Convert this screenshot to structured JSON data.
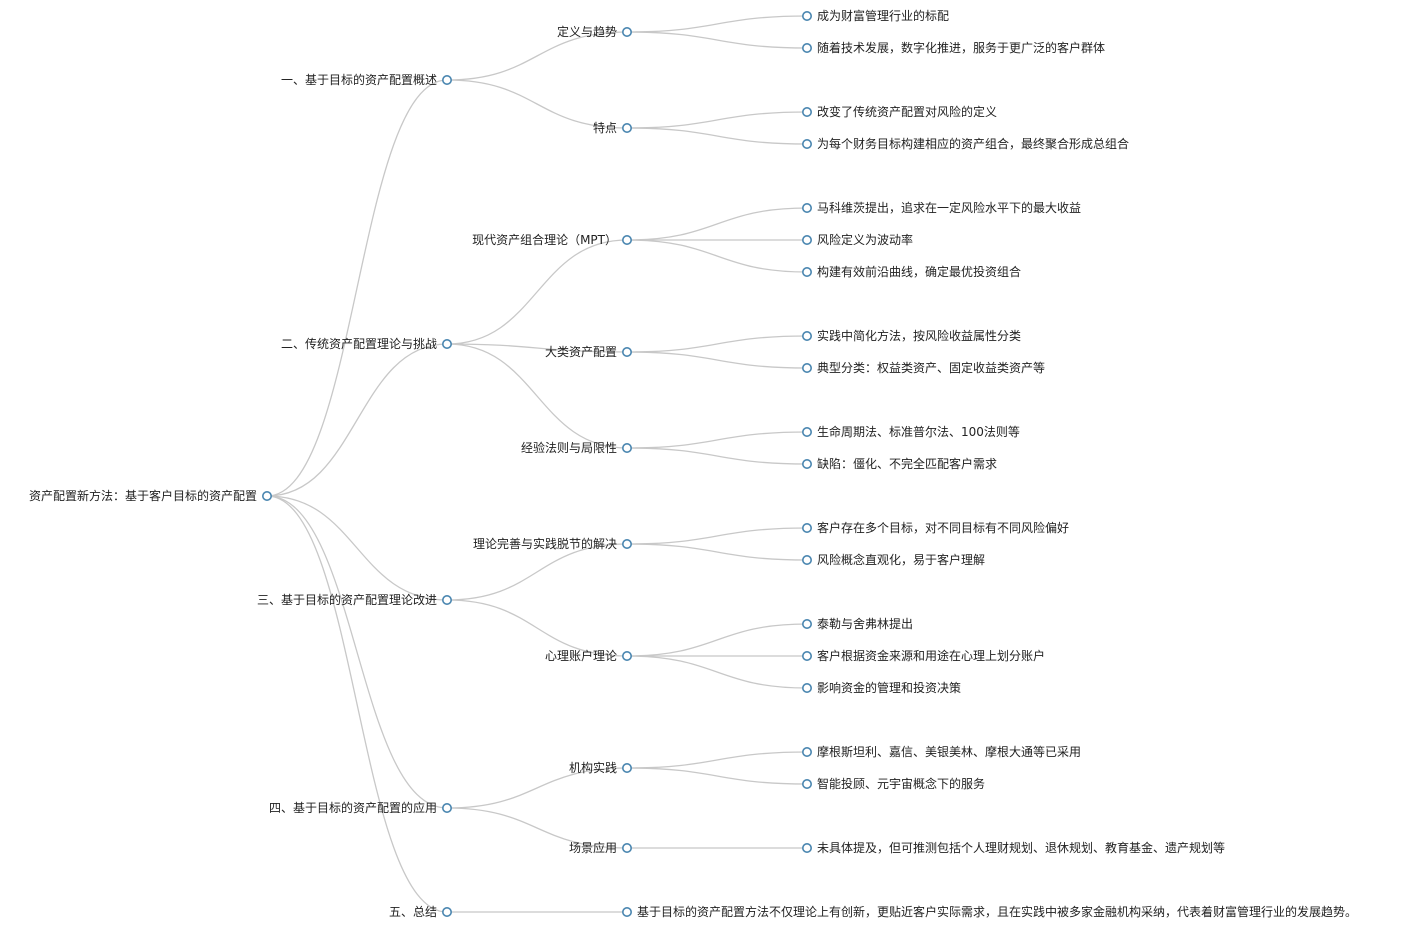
{
  "tree": {
    "label": "资产配置新方法：基于客户目标的资产配置",
    "children": [
      {
        "label": "一、基于目标的资产配置概述",
        "children": [
          {
            "label": "定义与趋势",
            "children": [
              {
                "label": "成为财富管理行业的标配"
              },
              {
                "label": "随着技术发展，数字化推进，服务于更广泛的客户群体"
              }
            ]
          },
          {
            "label": "特点",
            "children": [
              {
                "label": "改变了传统资产配置对风险的定义"
              },
              {
                "label": "为每个财务目标构建相应的资产组合，最终聚合形成总组合"
              }
            ]
          }
        ]
      },
      {
        "label": "二、传统资产配置理论与挑战",
        "children": [
          {
            "label": "现代资产组合理论（MPT）",
            "children": [
              {
                "label": "马科维茨提出，追求在一定风险水平下的最大收益"
              },
              {
                "label": "风险定义为波动率"
              },
              {
                "label": "构建有效前沿曲线，确定最优投资组合"
              }
            ]
          },
          {
            "label": "大类资产配置",
            "children": [
              {
                "label": "实践中简化方法，按风险收益属性分类"
              },
              {
                "label": "典型分类：权益类资产、固定收益类资产等"
              }
            ]
          },
          {
            "label": "经验法则与局限性",
            "children": [
              {
                "label": "生命周期法、标准普尔法、100法则等"
              },
              {
                "label": "缺陷：僵化、不完全匹配客户需求"
              }
            ]
          }
        ]
      },
      {
        "label": "三、基于目标的资产配置理论改进",
        "children": [
          {
            "label": "理论完善与实践脱节的解决",
            "children": [
              {
                "label": "客户存在多个目标，对不同目标有不同风险偏好"
              },
              {
                "label": "风险概念直观化，易于客户理解"
              }
            ]
          },
          {
            "label": "心理账户理论",
            "children": [
              {
                "label": "泰勒与舍弗林提出"
              },
              {
                "label": "客户根据资金来源和用途在心理上划分账户"
              },
              {
                "label": "影响资金的管理和投资决策"
              }
            ]
          }
        ]
      },
      {
        "label": "四、基于目标的资产配置的应用",
        "children": [
          {
            "label": "机构实践",
            "children": [
              {
                "label": "摩根斯坦利、嘉信、美银美林、摩根大通等已采用"
              },
              {
                "label": "智能投顾、元宇宙概念下的服务"
              }
            ]
          },
          {
            "label": "场景应用",
            "children": [
              {
                "label": "未具体提及，但可推测包括个人理财规划、退休规划、教育基金、遗产规划等"
              }
            ]
          }
        ]
      },
      {
        "label": "五、总结",
        "children": [
          {
            "label": "基于目标的资产配置方法不仅理论上有创新，更贴近客户实际需求，且在实践中被多家金融机构采纳，代表着财富管理行业的发展趋势。"
          }
        ]
      }
    ]
  },
  "colors": {
    "link": "#c8c8c8",
    "node_stroke": "#4a86b0",
    "text": "#222222"
  }
}
